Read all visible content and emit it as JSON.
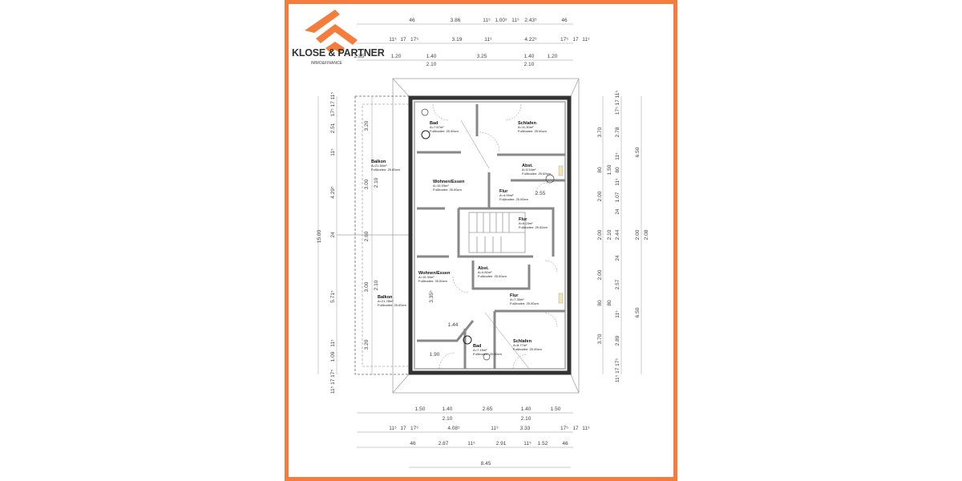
{
  "brand": {
    "name": "KLOSE & PARTNER",
    "tagline": "IMMO&FINANCE",
    "accent_color": "#f47c3c"
  },
  "rooms": [
    {
      "name": "Bad",
      "area": "A=7.67m²",
      "floor": "Fußboden: 25.00cm"
    },
    {
      "name": "Schlafen",
      "area": "A=11.30m²",
      "floor": "Fußboden: 25.00cm"
    },
    {
      "name": "Abst.",
      "area": "A=3.54m²",
      "floor": "Fußboden: 25.00cm"
    },
    {
      "name": "Wohnen/Essen",
      "area": "A=15.93m²",
      "floor": "Fußboden: 25.00cm"
    },
    {
      "name": "Flur",
      "area": "A=4.90m²",
      "floor": "Fußboden: 25.00cm"
    },
    {
      "name": "Flur",
      "area": "A=6.24m²",
      "floor": "Fußboden: 25.00cm"
    },
    {
      "name": "Abst.",
      "area": "A=4.81m²",
      "floor": "Fußboden: 25.00cm"
    },
    {
      "name": "Wohnen/Essen",
      "area": "A=15.34m²",
      "floor": "Fußboden: 25.00cm"
    },
    {
      "name": "Flur",
      "area": "A=7.35m²",
      "floor": "Fußboden: 25.00cm"
    },
    {
      "name": "Schlafen",
      "area": "A=8.77m²",
      "floor": "Fußboden: 25.00cm"
    },
    {
      "name": "Bad",
      "area": "A=7.15m²",
      "floor": "Fußboden: 25.00cm"
    },
    {
      "name": "Balkon",
      "area": "A=21.84m²",
      "floor": "Fußboden: 25.00cm"
    },
    {
      "name": "Balkon",
      "area": "A=21.78m²",
      "floor": "Fußboden: 25.00cm"
    }
  ],
  "dimensions": {
    "top_row1": [
      "46",
      "3.86",
      "11⁵",
      "1.00⁵",
      "11⁵",
      "2.43⁵",
      "46"
    ],
    "top_row2": [
      "11⁵",
      "17",
      "17⁵",
      "3.19",
      "11⁵",
      "4.22⁵",
      "17⁵",
      "17",
      "11⁵"
    ],
    "top_row3": [
      "2.85",
      "1.20",
      "1.40",
      "3.25",
      "1.40",
      "1.20"
    ],
    "top_row3_sub": [
      "2.10",
      "2.10"
    ],
    "bottom_row1": [
      "1.50",
      "1.40",
      "2.65",
      "1.40",
      "1.50"
    ],
    "bottom_row1_sub": [
      "2.10",
      "2.10"
    ],
    "bottom_row2": [
      "11⁵",
      "17",
      "17⁵",
      "4.08⁵",
      "11⁵",
      "3.33",
      "17⁵",
      "17",
      "11⁵"
    ],
    "bottom_row3": [
      "46",
      "2.87",
      "11⁵",
      "2.91",
      "11⁵",
      "1.52",
      "46"
    ],
    "bottom_total": "8.45",
    "left_total": "15.00",
    "left_outer": [
      "17⁵ 17 11⁵",
      "2.51",
      "11⁵",
      "4.29⁵",
      "24",
      "5.71⁵",
      "11⁵",
      "1.09",
      "11⁵ 17 17⁵"
    ],
    "left_inner": [
      "3.20",
      "3.00",
      "2.10",
      "2.60",
      "3.00",
      "2.10",
      "3.20"
    ],
    "right_col1": [
      "3.70",
      "80",
      "2.00",
      "2.00",
      "2.00",
      "80",
      "3.70"
    ],
    "right_col2": [
      "17⁵ 17 11⁵",
      "2.78",
      "11⁵",
      "80",
      "1.50",
      "11⁵",
      "1.07",
      "24",
      "2.10",
      "2.44",
      "24",
      "2.57",
      "80",
      "11⁵",
      "2.89",
      "11⁵ 17 17⁵"
    ],
    "right_col3": [
      "6.50",
      "2.00",
      "2.08",
      "6.50"
    ],
    "interior": [
      "2.55",
      "3.35⁵",
      "1.44",
      "1.90"
    ]
  }
}
